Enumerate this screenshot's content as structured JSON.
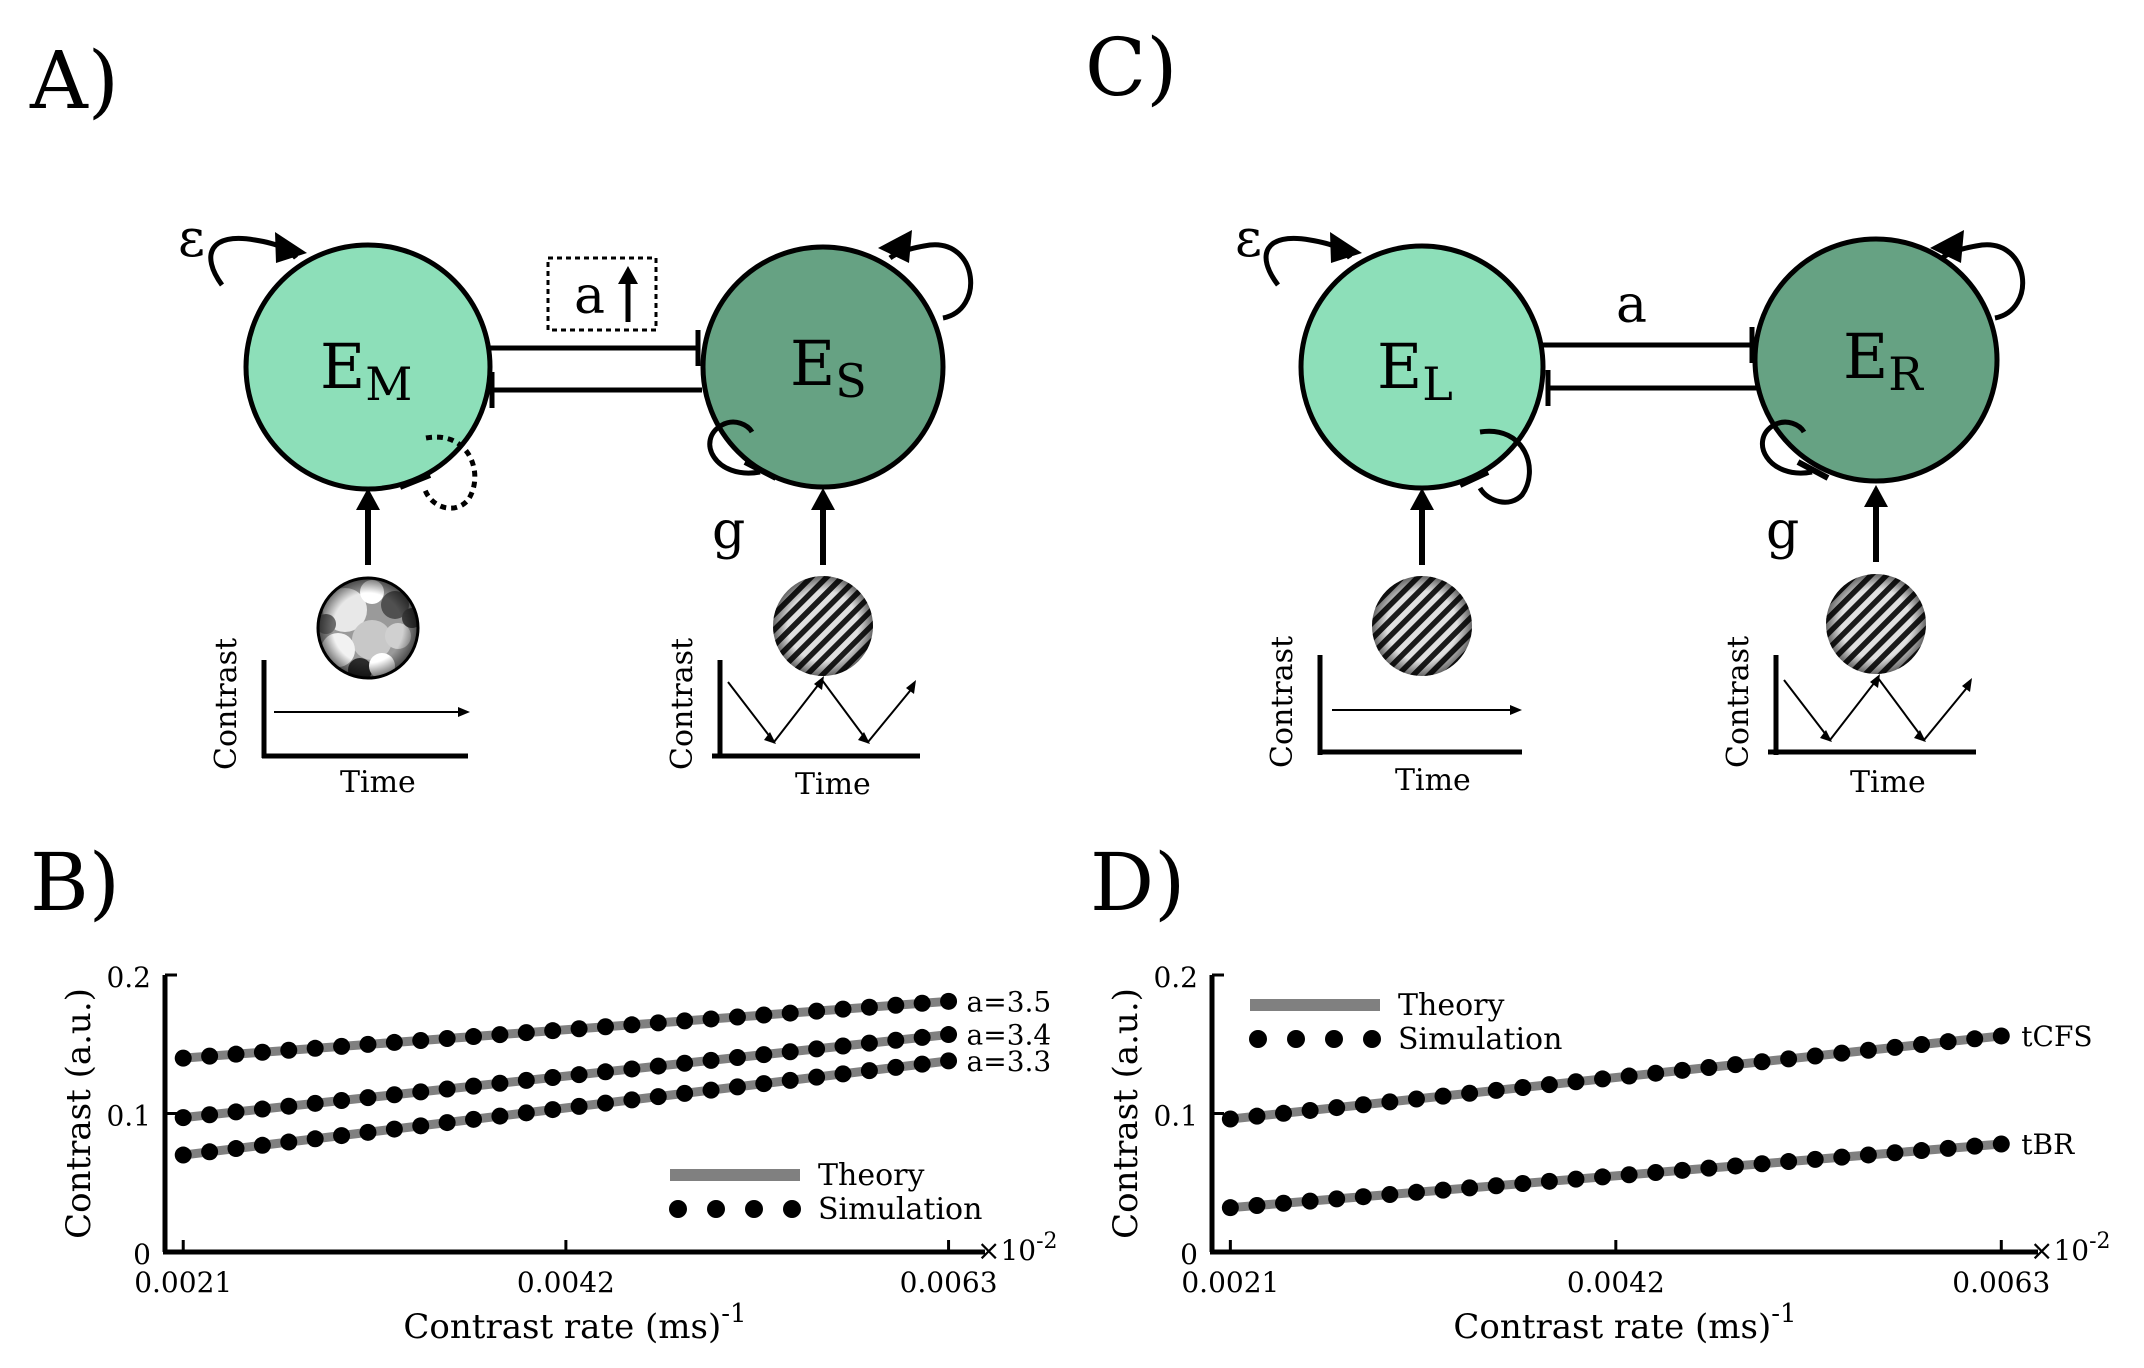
{
  "panels": {
    "A": {
      "label": "A)",
      "node_left": {
        "main": "E",
        "sub": "M"
      },
      "node_right": {
        "main": "E",
        "sub": "S"
      },
      "self_excitation": "ε",
      "cross_inhibition": "a",
      "adaptation": "g",
      "plot_left": {
        "ylabel": "Contrast",
        "xlabel": "Time"
      },
      "plot_right": {
        "ylabel": "Contrast",
        "xlabel": "Time"
      }
    },
    "C": {
      "label": "C)",
      "node_left": {
        "main": "E",
        "sub": "L"
      },
      "node_right": {
        "main": "E",
        "sub": "R"
      },
      "self_excitation": "ε",
      "cross_inhibition": "a",
      "adaptation": "g",
      "plot_left": {
        "ylabel": "Contrast",
        "xlabel": "Time"
      },
      "plot_right": {
        "ylabel": "Contrast",
        "xlabel": "Time"
      }
    },
    "B": {
      "label": "B)"
    },
    "D": {
      "label": "D)"
    }
  },
  "colors": {
    "node_light": "#8ddfb9",
    "node_dark": "#66a283",
    "theory_line": "#808080",
    "simulation_dot": "#000000"
  },
  "chart_data": [
    {
      "panel": "B",
      "type": "line",
      "xlabel": "Contrast rate (ms)",
      "xlabel_sup": "-1",
      "ylabel": "Contrast (a.u.)",
      "x_multiplier": "×10",
      "x_multiplier_sup": "-2",
      "xlim": [
        0.002,
        0.0065
      ],
      "ylim": [
        0,
        0.2
      ],
      "xticks": [
        "0.0021",
        "0.0042",
        "0.0063"
      ],
      "yticks": [
        "0",
        "0.1",
        "0.2"
      ],
      "legend": {
        "theory": "Theory",
        "simulation": "Simulation",
        "position": "bottom-right"
      },
      "series": [
        {
          "name": "a=3.5",
          "x_start": 0.0021,
          "x_end": 0.0063,
          "y_start": 0.14,
          "y_end": 0.181,
          "n_points": 30
        },
        {
          "name": "a=3.4",
          "x_start": 0.0021,
          "x_end": 0.0063,
          "y_start": 0.097,
          "y_end": 0.157,
          "n_points": 30
        },
        {
          "name": "a=3.3",
          "x_start": 0.0021,
          "x_end": 0.0063,
          "y_start": 0.07,
          "y_end": 0.138,
          "n_points": 30
        }
      ]
    },
    {
      "panel": "D",
      "type": "line",
      "xlabel": "Contrast rate (ms)",
      "xlabel_sup": "-1",
      "ylabel": "Contrast (a.u.)",
      "x_multiplier": "×10",
      "x_multiplier_sup": "-2",
      "xlim": [
        0.002,
        0.0065
      ],
      "ylim": [
        0,
        0.2
      ],
      "xticks": [
        "0.0021",
        "0.0042",
        "0.0063"
      ],
      "yticks": [
        "0",
        "0.1",
        "0.2"
      ],
      "legend": {
        "theory": "Theory",
        "simulation": "Simulation",
        "position": "top-left"
      },
      "series": [
        {
          "name": "tCFS",
          "x_start": 0.0021,
          "x_end": 0.0063,
          "y_start": 0.096,
          "y_end": 0.156,
          "n_points": 30
        },
        {
          "name": "tBR",
          "x_start": 0.0021,
          "x_end": 0.0063,
          "y_start": 0.032,
          "y_end": 0.078,
          "n_points": 30
        }
      ]
    }
  ]
}
